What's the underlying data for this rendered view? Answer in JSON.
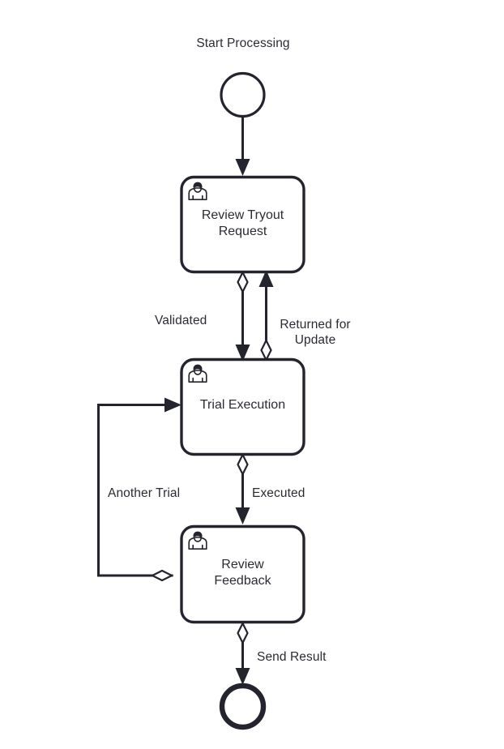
{
  "diagram": {
    "type": "bpmn-process-flow",
    "background_color": "#ffffff",
    "stroke_color": "#24242e",
    "text_color": "#2b2b33",
    "events": [
      {
        "id": "start-event",
        "kind": "start",
        "label": "Start Processing",
        "shape": "circle-thin"
      },
      {
        "id": "end-event",
        "kind": "end",
        "label": "",
        "shape": "circle-thick"
      }
    ],
    "tasks": [
      {
        "id": "task-review-tryout-request",
        "label": "Review Tryout\nRequest",
        "icon": "user-task-icon"
      },
      {
        "id": "task-trial-execution",
        "label": "Trial Execution",
        "icon": "user-task-icon"
      },
      {
        "id": "task-review-feedback",
        "label": "Review\nFeedback",
        "icon": "user-task-icon"
      }
    ],
    "flows": [
      {
        "id": "flow-start-to-review",
        "from": "start-event",
        "to": "task-review-tryout-request",
        "label": "",
        "conditional": false
      },
      {
        "id": "flow-validated",
        "from": "task-review-tryout-request",
        "to": "task-trial-execution",
        "label": "Validated",
        "conditional": true
      },
      {
        "id": "flow-returned-for-update",
        "from": "task-trial-execution",
        "to": "task-review-tryout-request",
        "label": "Returned for\nUpdate",
        "conditional": true
      },
      {
        "id": "flow-executed",
        "from": "task-trial-execution",
        "to": "task-review-feedback",
        "label": "Executed",
        "conditional": true
      },
      {
        "id": "flow-another-trial",
        "from": "task-review-feedback",
        "to": "task-trial-execution",
        "label": "Another Trial",
        "conditional": true
      },
      {
        "id": "flow-send-result",
        "from": "task-review-feedback",
        "to": "end-event",
        "label": "Send Result",
        "conditional": true
      }
    ]
  }
}
